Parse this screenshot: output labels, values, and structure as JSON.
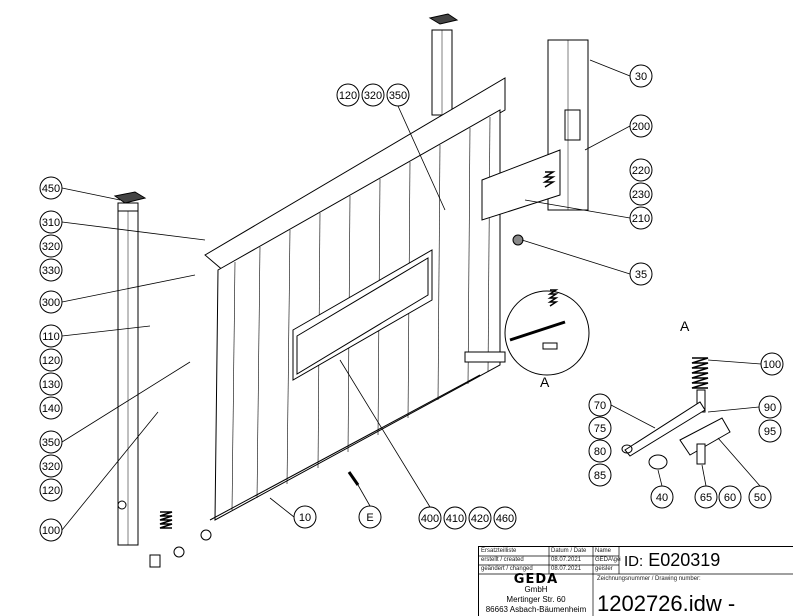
{
  "callouts": {
    "left": [
      "450",
      "310",
      "320",
      "330",
      "300",
      "110",
      "120",
      "130",
      "140",
      "350",
      "320",
      "120",
      "100"
    ],
    "top": [
      "120",
      "320",
      "350"
    ],
    "right": [
      "30",
      "200",
      "220",
      "230",
      "210",
      "35"
    ],
    "detail": [
      "100",
      "90",
      "95",
      "70",
      "75",
      "80",
      "85",
      "40",
      "65",
      "60",
      "50"
    ],
    "bottom": [
      "10",
      "E",
      "400",
      "410",
      "420",
      "460"
    ]
  },
  "detail_labels": [
    "A",
    "A"
  ],
  "title_block": {
    "header_part": "Ersatzteilliste",
    "header_date": "Datum / Date",
    "header_name": "Name",
    "created_label": "erstellt / created",
    "created_date": "08.07.2021",
    "created_name": "GEDA\\geisler",
    "changed_label": "geändert / changed",
    "changed_date": "08.07.2021",
    "changed_name": "geisler",
    "id_label": "ID:",
    "id_value": "E020319",
    "drawing_number_label": "Zeichnungsnummer / Drawing number:",
    "drawing_number": "1202726.idw -",
    "company_logo": "GEDA",
    "company_suffix": "GmbH",
    "street": "Mertinger Str. 60",
    "city": "86663 Asbach-Bäumenheim"
  }
}
